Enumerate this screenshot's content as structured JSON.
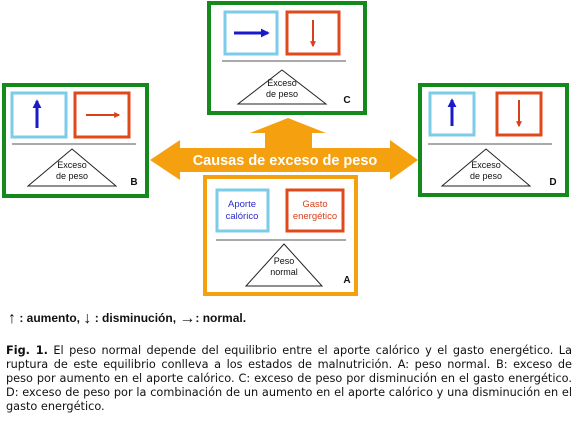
{
  "center_label": "Causas de exceso de peso",
  "panel_a": {
    "letter": "A",
    "intake_label": "Aporte\ncalórico",
    "expenditure_label": "Gasto\nenergético",
    "triangle_label": "Peso\nnormal"
  },
  "panel_b": {
    "letter": "B",
    "triangle_label": "Exceso\nde peso"
  },
  "panel_c": {
    "letter": "C",
    "triangle_label": "Exceso\nde peso"
  },
  "panel_d": {
    "letter": "D",
    "triangle_label": "Exceso\nde peso"
  },
  "legend": {
    "up_symbol": "↑",
    "up_text": ": aumento,",
    "down_symbol": "↓",
    "down_text": ": disminución,",
    "right_symbol": "→",
    "right_text": ": normal."
  },
  "caption": {
    "label": "Fig. 1.",
    "text": "El peso normal depende del equilibrio entre el aporte calórico y el gasto energético. La ruptura de este equilibrio conlleva a los estados de malnutrición. A: peso normal. B: exceso de peso por aumento en el aporte calórico. C: exceso de peso por disminución en el gasto energético. D: exceso de peso por la combinación de un aumento en el aporte calórico y una disminución en el gasto energético."
  },
  "colors": {
    "orange": "#f5a00f",
    "green": "#138a1b",
    "light_blue": "#7ccbe8",
    "red_orange": "#e0491c",
    "blue_arrow": "#1a1ac8",
    "red_arrow": "#d6411a",
    "blue_text": "#2a2ad0",
    "red_text": "#d6411a"
  }
}
